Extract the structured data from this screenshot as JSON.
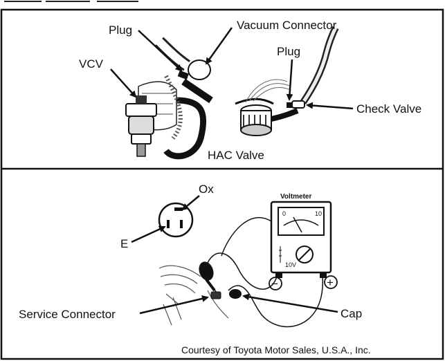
{
  "header": {
    "caption_fragment": ""
  },
  "top_panel": {
    "labels": {
      "plug_left": "Plug",
      "vacuum_connector": "Vacuum Connector",
      "vcv": "VCV",
      "plug_right": "Plug",
      "check_valve": "Check Valve",
      "hac_valve": "HAC Valve"
    }
  },
  "bottom_panel": {
    "labels": {
      "ox": "Ox",
      "e": "E",
      "voltmeter": "Voltmeter",
      "scale_min": "0",
      "scale_max": "10",
      "range": "10V",
      "minus": "−",
      "plus": "+",
      "service_connector": "Service Connector",
      "cap": "Cap"
    },
    "credit": "Courtesy of Toyota Motor Sales, U.S.A., Inc."
  }
}
